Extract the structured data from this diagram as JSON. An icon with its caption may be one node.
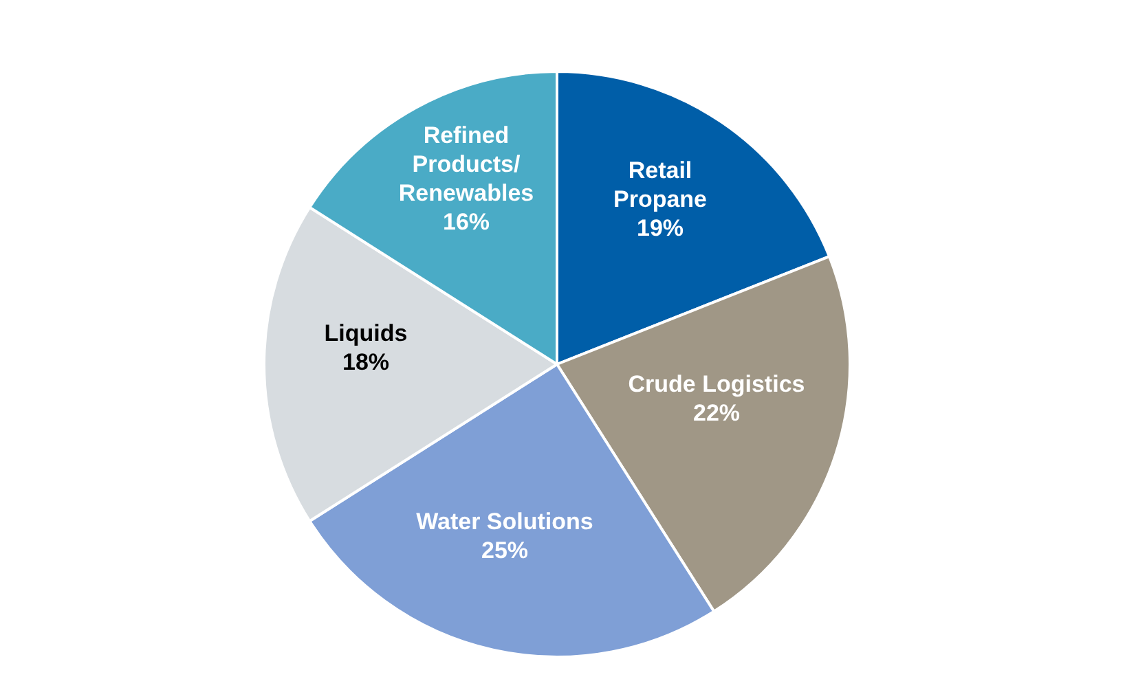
{
  "diagram": {
    "chart_data": {
      "type": "pie",
      "categories": [
        "Retail Propane",
        "Crude Logistics",
        "Water Solutions",
        "Liquids",
        "Refined Products/ Renewables"
      ],
      "values": [
        19,
        22,
        25,
        18,
        16
      ],
      "value_labels": [
        "19%",
        "22%",
        "25%",
        "18%",
        "16%"
      ]
    }
  }
}
